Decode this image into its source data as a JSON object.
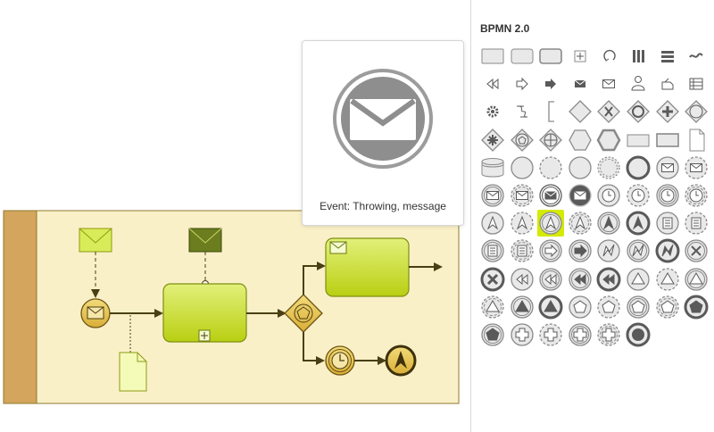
{
  "palette": {
    "title": "BPMN 2.0",
    "selected_index": 50,
    "items": [
      {
        "name": "task-icon"
      },
      {
        "name": "rounded-task-icon"
      },
      {
        "name": "sub-process-icon"
      },
      {
        "name": "collapsed-plus-icon"
      },
      {
        "name": "loop-marker-icon"
      },
      {
        "name": "parallel-marker-icon"
      },
      {
        "name": "sequential-marker-icon"
      },
      {
        "name": "ad-hoc-marker-icon"
      },
      {
        "name": "compensation-marker-icon"
      },
      {
        "name": "send-arrow-icon"
      },
      {
        "name": "receive-arrow-icon"
      },
      {
        "name": "send-task-icon"
      },
      {
        "name": "receive-task-icon"
      },
      {
        "name": "user-task-icon"
      },
      {
        "name": "manual-task-icon"
      },
      {
        "name": "business-rule-icon"
      },
      {
        "name": "service-task-icon"
      },
      {
        "name": "script-task-icon"
      },
      {
        "name": "annotation-bracket-icon"
      },
      {
        "name": "gateway-icon"
      },
      {
        "name": "exclusive-gateway-icon"
      },
      {
        "name": "inclusive-gateway-icon"
      },
      {
        "name": "parallel-gateway-icon"
      },
      {
        "name": "event-gateway-icon"
      },
      {
        "name": "complex-gateway-icon"
      },
      {
        "name": "event-based-gateway-icon"
      },
      {
        "name": "exclusive-event-gateway-icon"
      },
      {
        "name": "conversation-icon"
      },
      {
        "name": "call-conversation-icon"
      },
      {
        "name": "data-store-rect-icon"
      },
      {
        "name": "data-rect-icon"
      },
      {
        "name": "data-object-icon"
      },
      {
        "name": "data-store-icon"
      },
      {
        "name": "start-event-icon"
      },
      {
        "name": "non-interrupting-start-icon"
      },
      {
        "name": "intermediate-event-icon"
      },
      {
        "name": "non-interrupting-intermediate-icon"
      },
      {
        "name": "end-event-icon"
      },
      {
        "name": "message-start-icon"
      },
      {
        "name": "message-start-dashed-icon"
      },
      {
        "name": "message-catch-icon"
      },
      {
        "name": "message-catch-dashed-icon"
      },
      {
        "name": "message-throw-icon"
      },
      {
        "name": "message-throw-alt-icon"
      },
      {
        "name": "timer-start-icon"
      },
      {
        "name": "timer-start-dashed-icon"
      },
      {
        "name": "timer-catch-icon"
      },
      {
        "name": "timer-catch-dashed-icon"
      },
      {
        "name": "escalation-start-icon"
      },
      {
        "name": "escalation-start-dashed-icon"
      },
      {
        "name": "escalation-catch-icon"
      },
      {
        "name": "escalation-catch-dashed-icon"
      },
      {
        "name": "escalation-throw-icon"
      },
      {
        "name": "escalation-end-icon"
      },
      {
        "name": "conditional-start-icon"
      },
      {
        "name": "conditional-start-dashed-icon"
      },
      {
        "name": "conditional-catch-icon"
      },
      {
        "name": "conditional-catch-dashed-icon"
      },
      {
        "name": "link-catch-icon"
      },
      {
        "name": "link-throw-icon"
      },
      {
        "name": "error-start-icon"
      },
      {
        "name": "error-catch-icon"
      },
      {
        "name": "error-end-icon"
      },
      {
        "name": "cancel-catch-icon"
      },
      {
        "name": "cancel-end-icon"
      },
      {
        "name": "compensation-start-icon"
      },
      {
        "name": "compensation-catch-icon"
      },
      {
        "name": "compensation-throw-icon"
      },
      {
        "name": "compensation-end-icon"
      },
      {
        "name": "signal-start-icon"
      },
      {
        "name": "signal-start-dashed-icon"
      },
      {
        "name": "signal-catch-icon"
      },
      {
        "name": "signal-catch-dashed-icon"
      },
      {
        "name": "signal-throw-icon"
      },
      {
        "name": "signal-end-icon"
      },
      {
        "name": "multiple-start-icon"
      },
      {
        "name": "multiple-start-dashed-icon"
      },
      {
        "name": "multiple-catch-icon"
      },
      {
        "name": "multiple-catch-dashed-icon"
      },
      {
        "name": "multiple-end-icon"
      },
      {
        "name": "multiple-throw-icon"
      },
      {
        "name": "parallel-multiple-start-icon"
      },
      {
        "name": "parallel-multiple-dashed-icon"
      },
      {
        "name": "parallel-multiple-catch-icon"
      },
      {
        "name": "parallel-multiple-catch-dashed-icon"
      },
      {
        "name": "terminate-end-icon"
      }
    ]
  },
  "tooltip": {
    "label": "Event: Throwing, message",
    "icon": "message-throw-event-icon"
  },
  "diagram": {
    "colors": {
      "pool_header": "#d4a55d",
      "pool_body": "#faf0c8",
      "task_fill": "#cde132",
      "event_fill": "#e8c24f",
      "flow": "#574a1c"
    }
  }
}
